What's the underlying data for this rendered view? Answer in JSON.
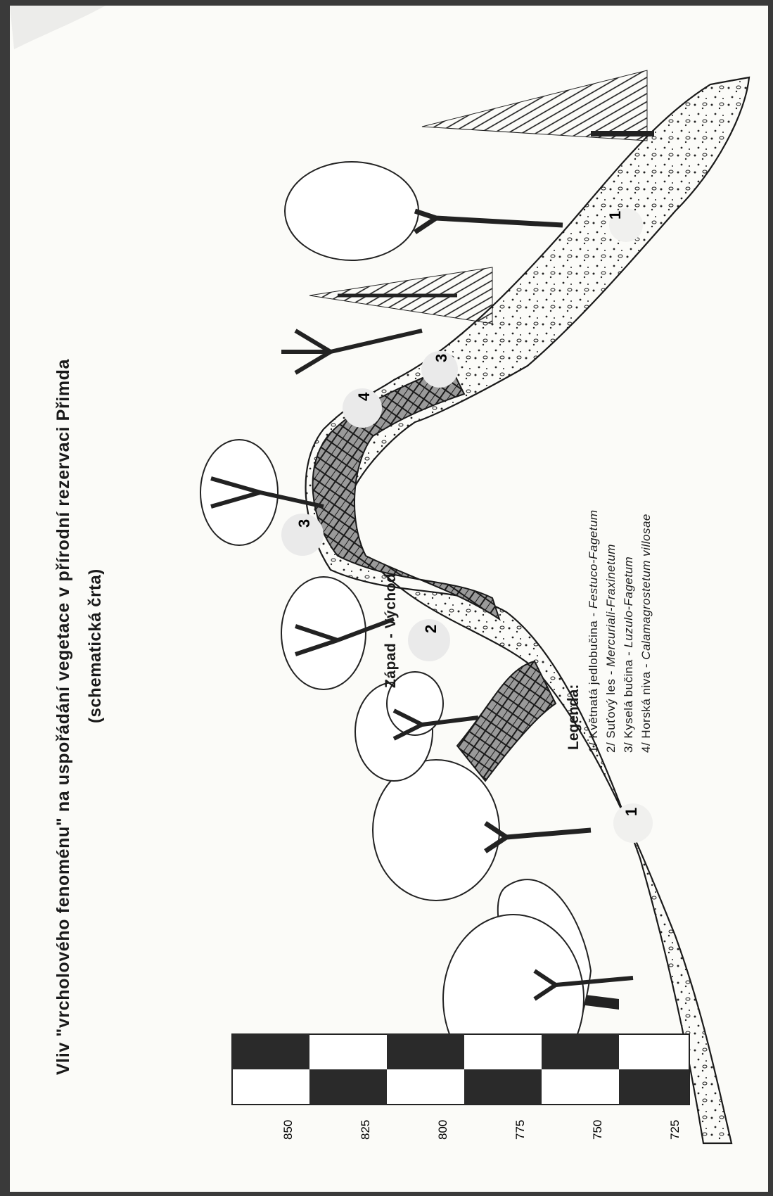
{
  "title": "Vliv \"vrcholového fenoménu\" na uspořádání vegetace v přírodní rezervaci Přimda",
  "subtitle": "(schematická črta)",
  "direction_label": "Západ  -  Východ",
  "legend": {
    "title": "Legenda:",
    "items": [
      {
        "num": "1/",
        "name": "Květnatá jedlobučina - ",
        "latin": "Festuco-Fagetum"
      },
      {
        "num": "2/",
        "name": "Suťový les - ",
        "latin": "Mercuriali-Fraxinetum"
      },
      {
        "num": "3/",
        "name": "Kyselá bučina - ",
        "latin": "Luzulo-Fagetum"
      },
      {
        "num": "4/",
        "name": "Horská niva - ",
        "latin": "Calamagrostetum villosae"
      }
    ]
  },
  "scale_ticks": [
    "725",
    "750",
    "775",
    "800",
    "825",
    "850"
  ],
  "zone_labels": [
    "1",
    "1",
    "2",
    "3",
    "4",
    "3"
  ],
  "colors": {
    "ink": "#1a1a1a",
    "paper": "#fbfbf8",
    "frame": "#3a3a3a",
    "scale_dark": "#2a2a2a"
  }
}
